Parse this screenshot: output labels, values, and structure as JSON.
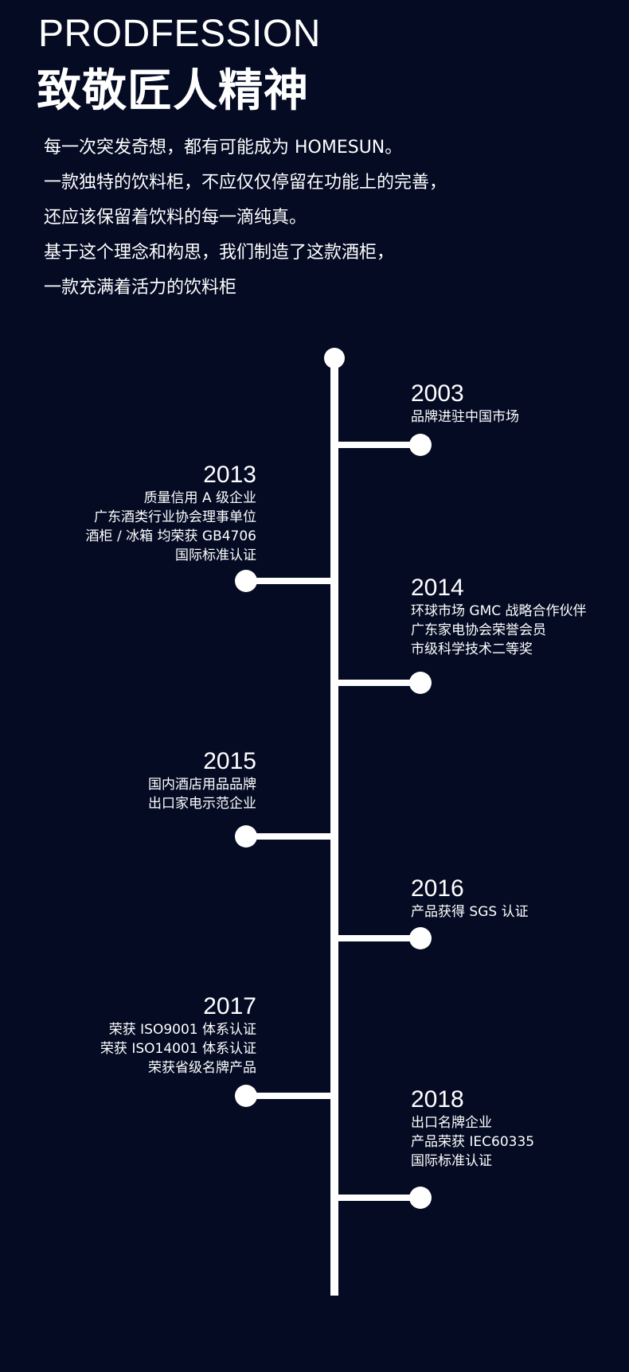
{
  "header": {
    "title_en": "PRODFESSION",
    "title_cn": "致敬匠人精神"
  },
  "intro": [
    "每一次突发奇想，都有可能成为 HOMESUN。",
    "一款独特的饮料柜，不应仅仅停留在功能上的完善，",
    "还应该保留着饮料的每一滴纯真。",
    "基于这个理念和构思，我们制造了这款酒柜，",
    "一款充满着活力的饮料柜"
  ],
  "timeline": [
    {
      "year": "2003",
      "side": "right",
      "lines": [
        "品牌进驻中国市场"
      ]
    },
    {
      "year": "2013",
      "side": "left",
      "lines": [
        "质量信用 A 级企业",
        "广东酒类行业协会理事单位",
        "酒柜 / 冰箱 均荣获 GB4706",
        "国际标准认证"
      ]
    },
    {
      "year": "2014",
      "side": "right",
      "lines": [
        "环球市场 GMC 战略合作伙伴",
        "广东家电协会荣誉会员",
        "市级科学技术二等奖"
      ]
    },
    {
      "year": "2015",
      "side": "left",
      "lines": [
        "国内酒店用品品牌",
        "出口家电示范企业"
      ]
    },
    {
      "year": "2016",
      "side": "right",
      "lines": [
        "产品获得 SGS 认证"
      ]
    },
    {
      "year": "2017",
      "side": "left",
      "lines": [
        "荣获 ISO9001 体系认证",
        "荣获 ISO14001 体系认证",
        "荣获省级名牌产品"
      ]
    },
    {
      "year": "2018",
      "side": "right",
      "lines": [
        "出口名牌企业",
        "产品荣获 IEC60335",
        "国际标准认证"
      ]
    }
  ]
}
